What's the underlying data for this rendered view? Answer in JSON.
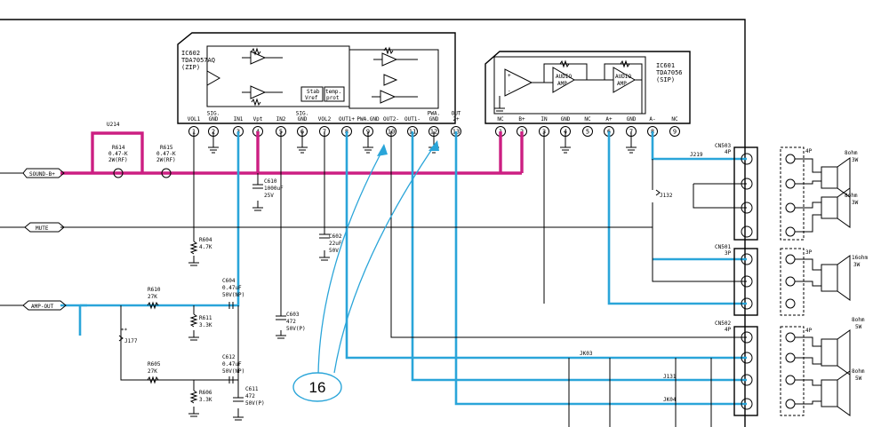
{
  "ic602": {
    "ref": "IC602",
    "part": "TDA7057AQ",
    "pkg": "(ZIP)",
    "block_stab": "Stab",
    "block_vref": "Vref",
    "block_temp": "temp.",
    "block_prot": "prot",
    "pins": [
      {
        "num": "1",
        "name": "VOL1"
      },
      {
        "num": "2",
        "name": "SIG.\nGND"
      },
      {
        "num": "3",
        "name": "IN1"
      },
      {
        "num": "4",
        "name": "Vpt"
      },
      {
        "num": "5",
        "name": "IN2"
      },
      {
        "num": "6",
        "name": "SIG.\nGND"
      },
      {
        "num": "7",
        "name": "VOL2"
      },
      {
        "num": "8",
        "name": "OUT1+"
      },
      {
        "num": "9",
        "name": "PWA.GND"
      },
      {
        "num": "10",
        "name": "OUT2-"
      },
      {
        "num": "11",
        "name": "OUT1-"
      },
      {
        "num": "12",
        "name": "PWA.\nGND"
      },
      {
        "num": "13",
        "name": "OUT\n2+"
      }
    ]
  },
  "ic601": {
    "ref": "IC601",
    "part": "TDA7056",
    "pkg": "(SIP)",
    "amp1": "AUDIO\nAMP",
    "amp2": "AUDIO\nAMP",
    "pins": [
      {
        "num": "1",
        "name": "NC"
      },
      {
        "num": "2",
        "name": "B+"
      },
      {
        "num": "3",
        "name": "IN"
      },
      {
        "num": "4",
        "name": "GND"
      },
      {
        "num": "5",
        "name": "NC"
      },
      {
        "num": "6",
        "name": "A+"
      },
      {
        "num": "7",
        "name": "GND"
      },
      {
        "num": "8",
        "name": "A-"
      },
      {
        "num": "9",
        "name": "NC"
      }
    ]
  },
  "signals": {
    "sound_b": "SOUND-B+",
    "mute": "MUTE",
    "amp_out": "AMP-OUT"
  },
  "components": {
    "u214": "U214",
    "r614": "R614",
    "r614_val": "0.47-K",
    "r614_rat": "2W(RF)",
    "r615": "R615",
    "r615_val": "0.47-K",
    "r615_rat": "2W(RF)",
    "c610": "C610",
    "c610_val": "1000uF",
    "c610_rat": "25V",
    "r604": "R604",
    "r604_val": "4.7K",
    "c602": "C602",
    "c602_val": "22uF",
    "c602_rat": "50V",
    "r610": "R610",
    "r610_val": "27K",
    "r611": "R611",
    "r611_val": "3.3K",
    "c604": "C604",
    "c604_val": "0.47uF",
    "c604_rat": "50V(NP)",
    "c603": "C603",
    "c603_val": "472",
    "c603_rat": "50V(P)",
    "j177": "J177",
    "j177_mark": "**",
    "r605": "R605",
    "r605_val": "27K",
    "c612": "C612",
    "c612_val": "0.47uF",
    "c612_rat": "50V(NP)",
    "r606": "R606",
    "r606_val": "3.3K",
    "c611": "C611",
    "c611_val": "472",
    "c611_rat": "50V(P)",
    "jk03": "JK03",
    "j131": "J131",
    "jk04": "JK04",
    "j219": "J219",
    "j132": "J132"
  },
  "connectors": {
    "cn503": "CN503",
    "cn503_pins": "4P",
    "cn501": "CN501",
    "cn501_pins": "3P",
    "cn502": "CN502",
    "cn502_pins": "4P"
  },
  "speakers": {
    "plug1": "4P",
    "plug2": "3P",
    "plug3": "4P",
    "spk1_imp": "8ohm",
    "spk1_pwr": "3W",
    "spk2_imp": "8ohm",
    "spk2_pwr": "3W",
    "spk3_imp": "16ohm",
    "spk3_pwr": "3W",
    "spk4_imp": "8ohm",
    "spk4_pwr": "5W",
    "spk5_imp": "8ohm",
    "spk5_pwr": "5W"
  },
  "callout": "16",
  "colors": {
    "audio_path": "#2aa5d9",
    "power_path": "#cc1f82",
    "line": "#000000"
  }
}
